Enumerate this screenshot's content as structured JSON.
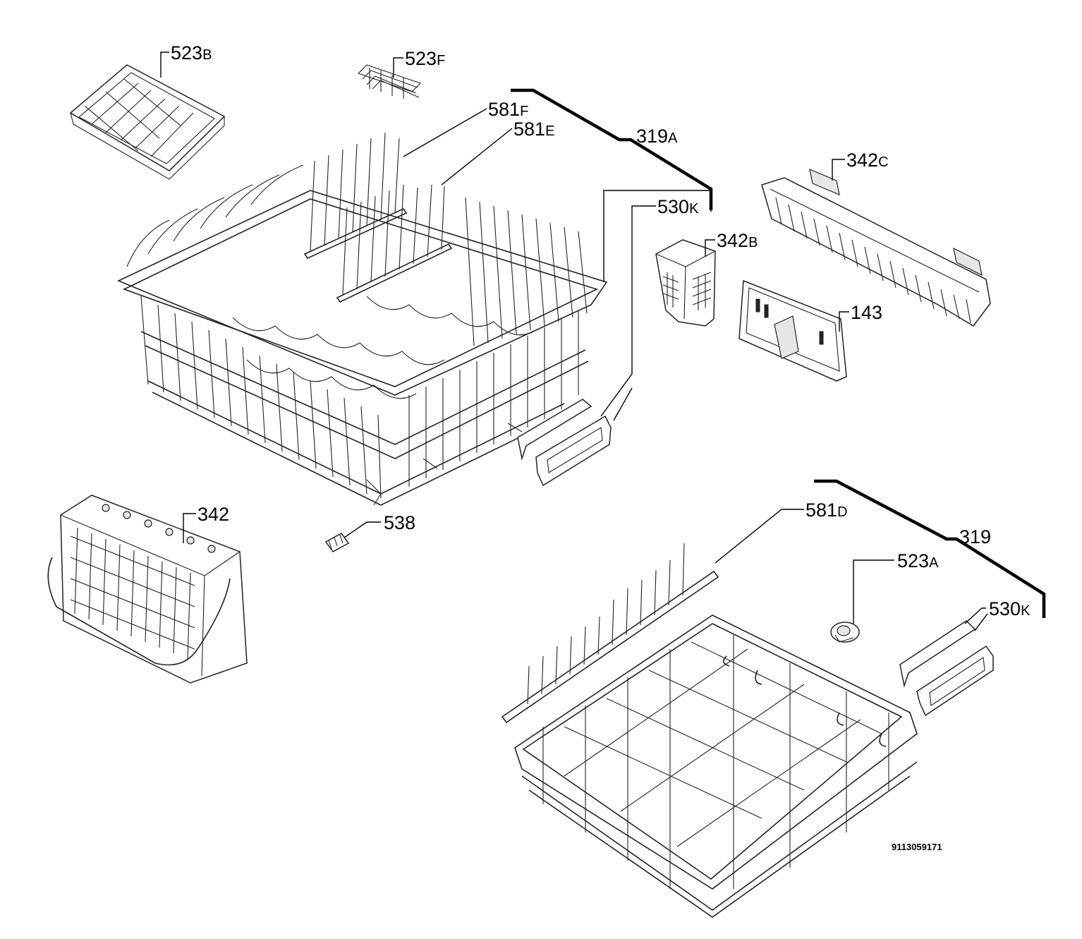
{
  "labels": [
    {
      "id": "523B",
      "num": "523",
      "suffix": "B"
    },
    {
      "id": "523F",
      "num": "523",
      "suffix": "F"
    },
    {
      "id": "581F",
      "num": "581",
      "suffix": "F"
    },
    {
      "id": "581E",
      "num": "581",
      "suffix": "E"
    },
    {
      "id": "319A",
      "num": "319",
      "suffix": "A"
    },
    {
      "id": "342C",
      "num": "342",
      "suffix": "C"
    },
    {
      "id": "530K_top",
      "num": "530",
      "suffix": "K"
    },
    {
      "id": "342B",
      "num": "342",
      "suffix": "B"
    },
    {
      "id": "143",
      "num": "143",
      "suffix": ""
    },
    {
      "id": "342",
      "num": "342",
      "suffix": ""
    },
    {
      "id": "538",
      "num": "538",
      "suffix": ""
    },
    {
      "id": "581D",
      "num": "581",
      "suffix": "D"
    },
    {
      "id": "319",
      "num": "319",
      "suffix": ""
    },
    {
      "id": "523A",
      "num": "523",
      "suffix": "A"
    },
    {
      "id": "530K_bottom",
      "num": "530",
      "suffix": "K"
    }
  ],
  "catalog_number": "9113059171"
}
